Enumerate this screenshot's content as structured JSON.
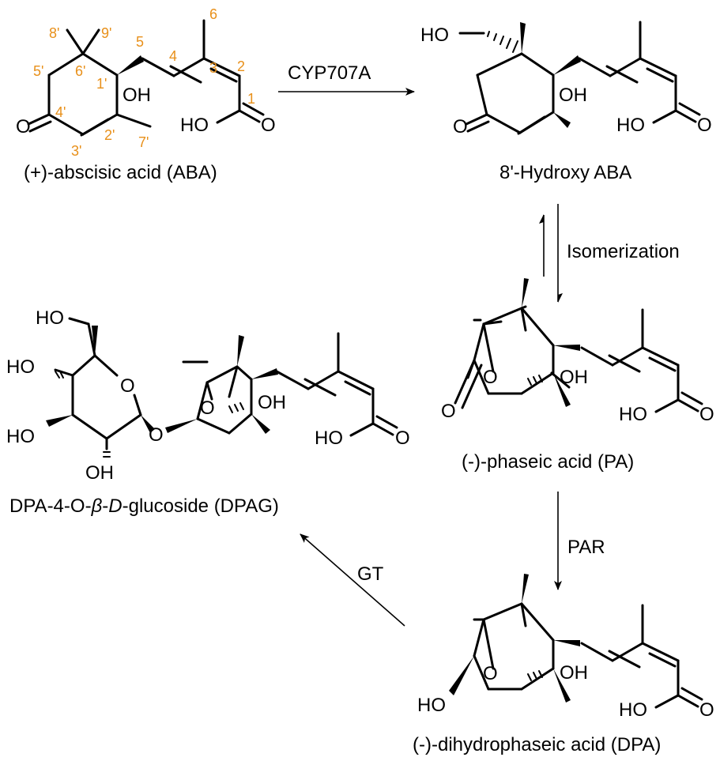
{
  "colors": {
    "ink": "#000000",
    "numbering": "#e8901a",
    "background": "#ffffff"
  },
  "compounds": {
    "aba": {
      "name": "(+)-abscisic acid (ABA)",
      "atoms": {
        "ketone_o": "O",
        "hydroxyl": "OH",
        "acid_ho": "HO",
        "acid_o": "O"
      },
      "numbering": [
        "8'",
        "9'",
        "6'",
        "5'",
        "4'",
        "3'",
        "2'",
        "7'",
        "1'",
        "5",
        "4",
        "3",
        "2",
        "1",
        "6"
      ]
    },
    "hydroxy_aba": {
      "name": "8'-Hydroxy ABA",
      "atoms": {
        "ho_top": "HO",
        "ketone_o": "O",
        "hydroxyl": "OH",
        "acid_ho": "HO",
        "acid_o": "O"
      }
    },
    "pa": {
      "name": "(-)-phaseic acid (PA)",
      "atoms": {
        "ketone_o": "O",
        "bridge_o": "O",
        "hydroxyl": "OH",
        "acid_ho": "HO",
        "acid_o": "O"
      }
    },
    "dpa": {
      "name": "(-)-dihydrophaseic acid (DPA)",
      "atoms": {
        "ho_left": "HO",
        "bridge_o": "O",
        "hydroxyl": "OH",
        "acid_ho": "HO",
        "acid_o": "O"
      }
    },
    "dpag": {
      "name_prefix": "DPA-4-O-",
      "name_beta": "β",
      "name_dash": "-",
      "name_d": "D",
      "name_suffix": "-glucoside (DPAG)",
      "atoms": {
        "ho_ch2": "HO",
        "ho_4": "HO",
        "ho_3": "HO",
        "ring_o": "O",
        "ho_2": "OH",
        "link_o": "O",
        "bridge_o": "O",
        "hydroxyl": "OH",
        "acid_ho": "HO",
        "acid_o": "O"
      }
    }
  },
  "reactions": {
    "cyp": "CYP707A",
    "isomerization": "Isomerization",
    "par": "PAR",
    "gt": "GT"
  }
}
